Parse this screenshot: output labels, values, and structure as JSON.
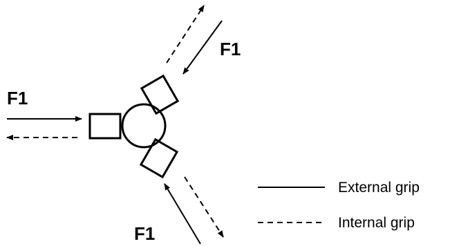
{
  "forces": {
    "upper_right": "F1",
    "left": "F1",
    "lower_left": "F1"
  },
  "legend": {
    "external": "External grip",
    "internal": "Internal grip"
  },
  "colors": {
    "ink": "#000000",
    "background": "#ffffff"
  }
}
